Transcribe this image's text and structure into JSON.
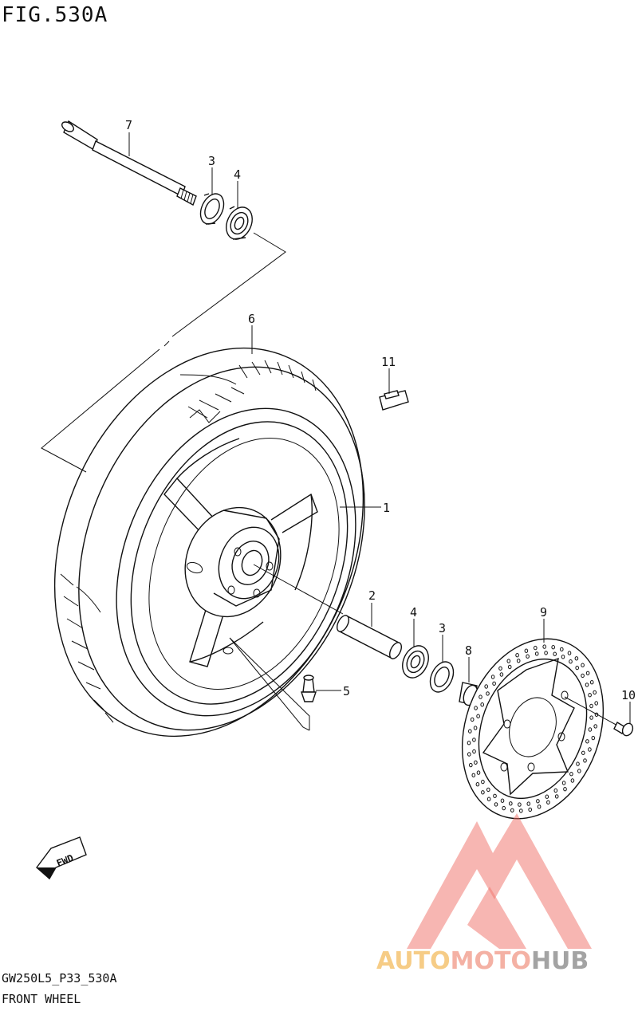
{
  "figure": {
    "title": "FIG.530A",
    "diagram_code": "GW250L5_P33_530A",
    "diagram_name": "FRONT WHEEL"
  },
  "callouts": [
    "1",
    "2",
    "3",
    "3",
    "4",
    "4",
    "5",
    "6",
    "7",
    "8",
    "9",
    "10",
    "11"
  ],
  "direction_badge": "FWD",
  "watermark": {
    "brand_part1": "AUTO",
    "brand_part2": "MOTO",
    "brand_part3": "HUB",
    "colors": {
      "auto": "#f6c77a",
      "moto": "#f3a99b",
      "hub": "#9a9a9a",
      "mark": "#ef6b63"
    }
  }
}
